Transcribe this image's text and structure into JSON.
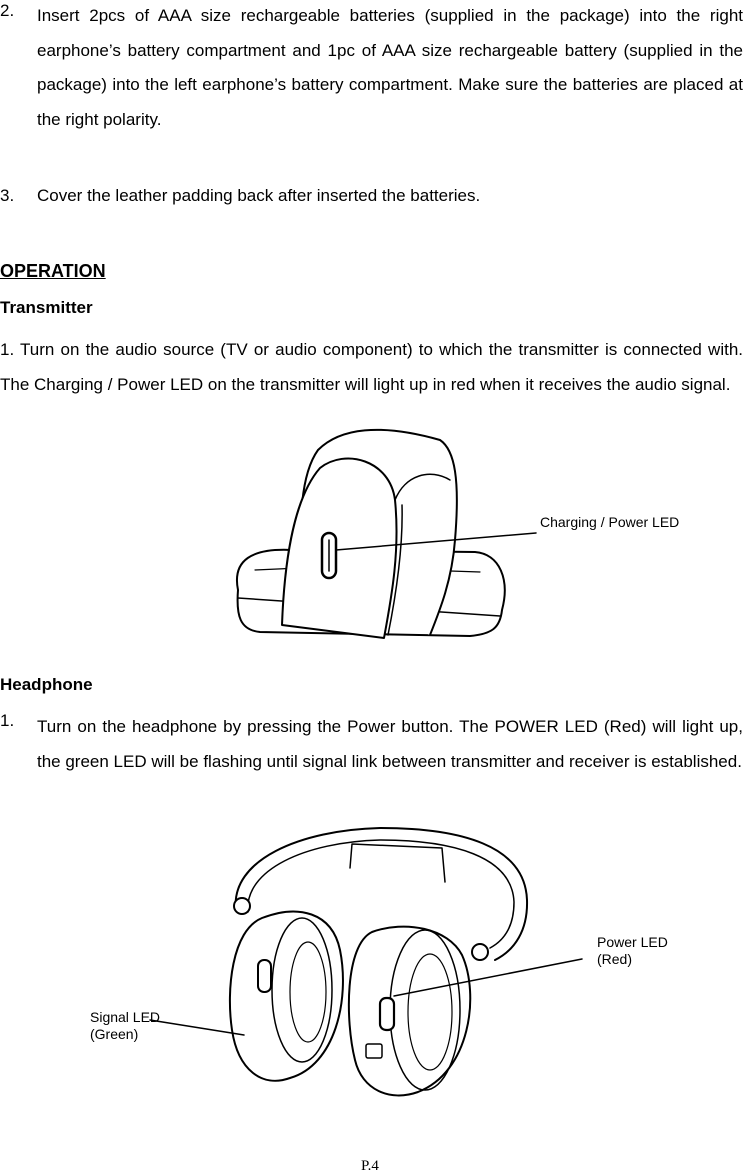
{
  "steps_top": [
    {
      "num": "2.",
      "text": "Insert 2pcs of AAA size rechargeable batteries (supplied in the package) into the right earphone’s battery compartment and 1pc of AAA size rechargeable battery (supplied in the package) into the left earphone’s battery compartment. Make sure the batteries are placed at the right polarity."
    },
    {
      "num": "3.",
      "text": "Cover the leather padding back after inserted the batteries."
    }
  ],
  "operation_heading": "OPERATION",
  "transmitter": {
    "title": "Transmitter",
    "para": "1. Turn on the audio source (TV or audio component) to which the transmitter is connected with. The Charging / Power LED on the transmitter will light up in red when it receives the audio signal.",
    "callout": "Charging / Power LED"
  },
  "headphone": {
    "title": "Headphone",
    "step_num": "1.",
    "step_text": "Turn on the headphone by pressing the Power button. The POWER LED (Red) will light up, the green LED will be flashing until signal link between transmitter and receiver is established.",
    "callout_power_line1": "Power LED",
    "callout_power_line2": "(Red)",
    "callout_signal_line1": "Signal LED",
    "callout_signal_line2": "(Green)"
  },
  "page_number": "P.4"
}
